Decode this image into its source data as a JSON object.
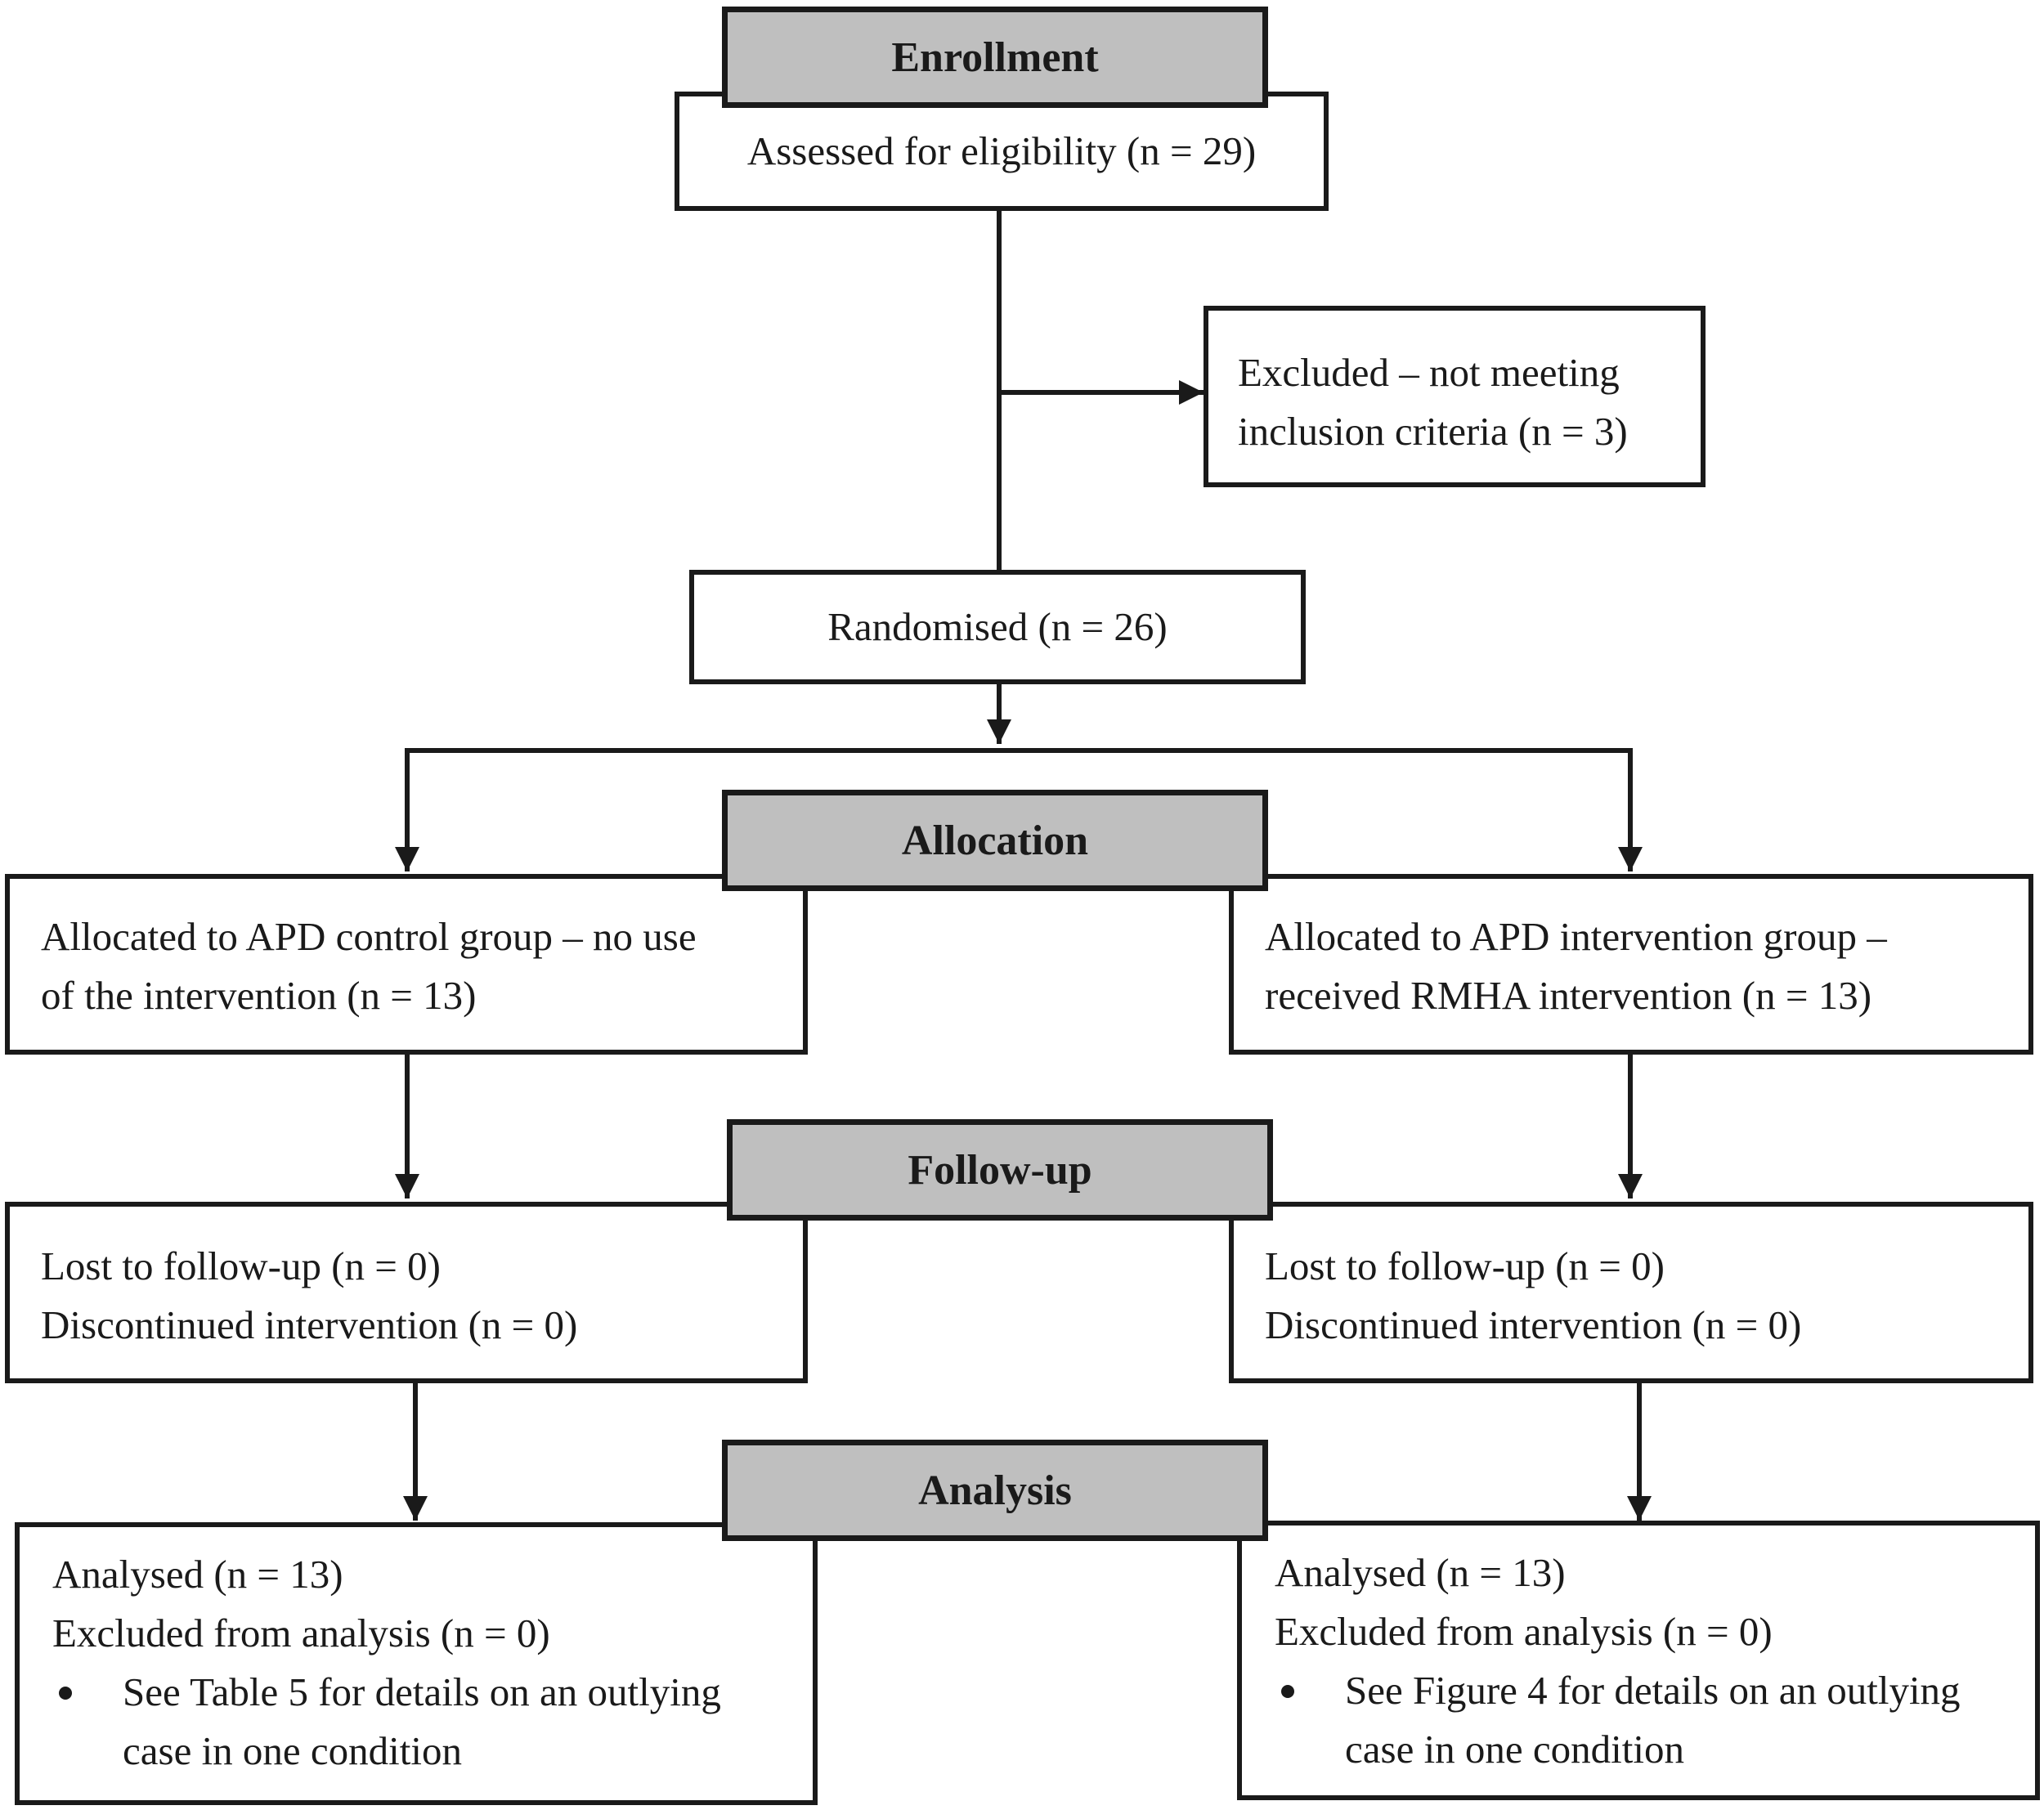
{
  "stages": {
    "enrollment": "Enrollment",
    "allocation": "Allocation",
    "follow_up": "Follow-up",
    "analysis": "Analysis"
  },
  "enrollment": {
    "assessed": "Assessed for eligibility (n = 29)",
    "excluded": [
      "Excluded – not meeting",
      "inclusion criteria (n = 3)"
    ],
    "randomised": "Randomised (n = 26)"
  },
  "allocation": {
    "control": [
      "Allocated to APD control group – no use",
      "of the intervention (n = 13)"
    ],
    "intervention": [
      "Allocated to APD intervention group –",
      "received RMHA intervention (n = 13)"
    ]
  },
  "follow_up": {
    "control": [
      "Lost to follow-up (n = 0)",
      "Discontinued intervention (n = 0)"
    ],
    "intervention": [
      "Lost to follow-up (n = 0)",
      "Discontinued intervention (n = 0)"
    ]
  },
  "analysis": {
    "control": {
      "lines": [
        "Analysed (n = 13)",
        "Excluded from analysis (n = 0)"
      ],
      "bullet": [
        "See Table 5 for details on an outlying",
        "case in one condition"
      ]
    },
    "intervention": {
      "lines": [
        "Analysed (n = 13)",
        "Excluded from analysis (n = 0)"
      ],
      "bullet": [
        "See Figure 4 for details on an outlying",
        "case in one condition"
      ]
    }
  }
}
